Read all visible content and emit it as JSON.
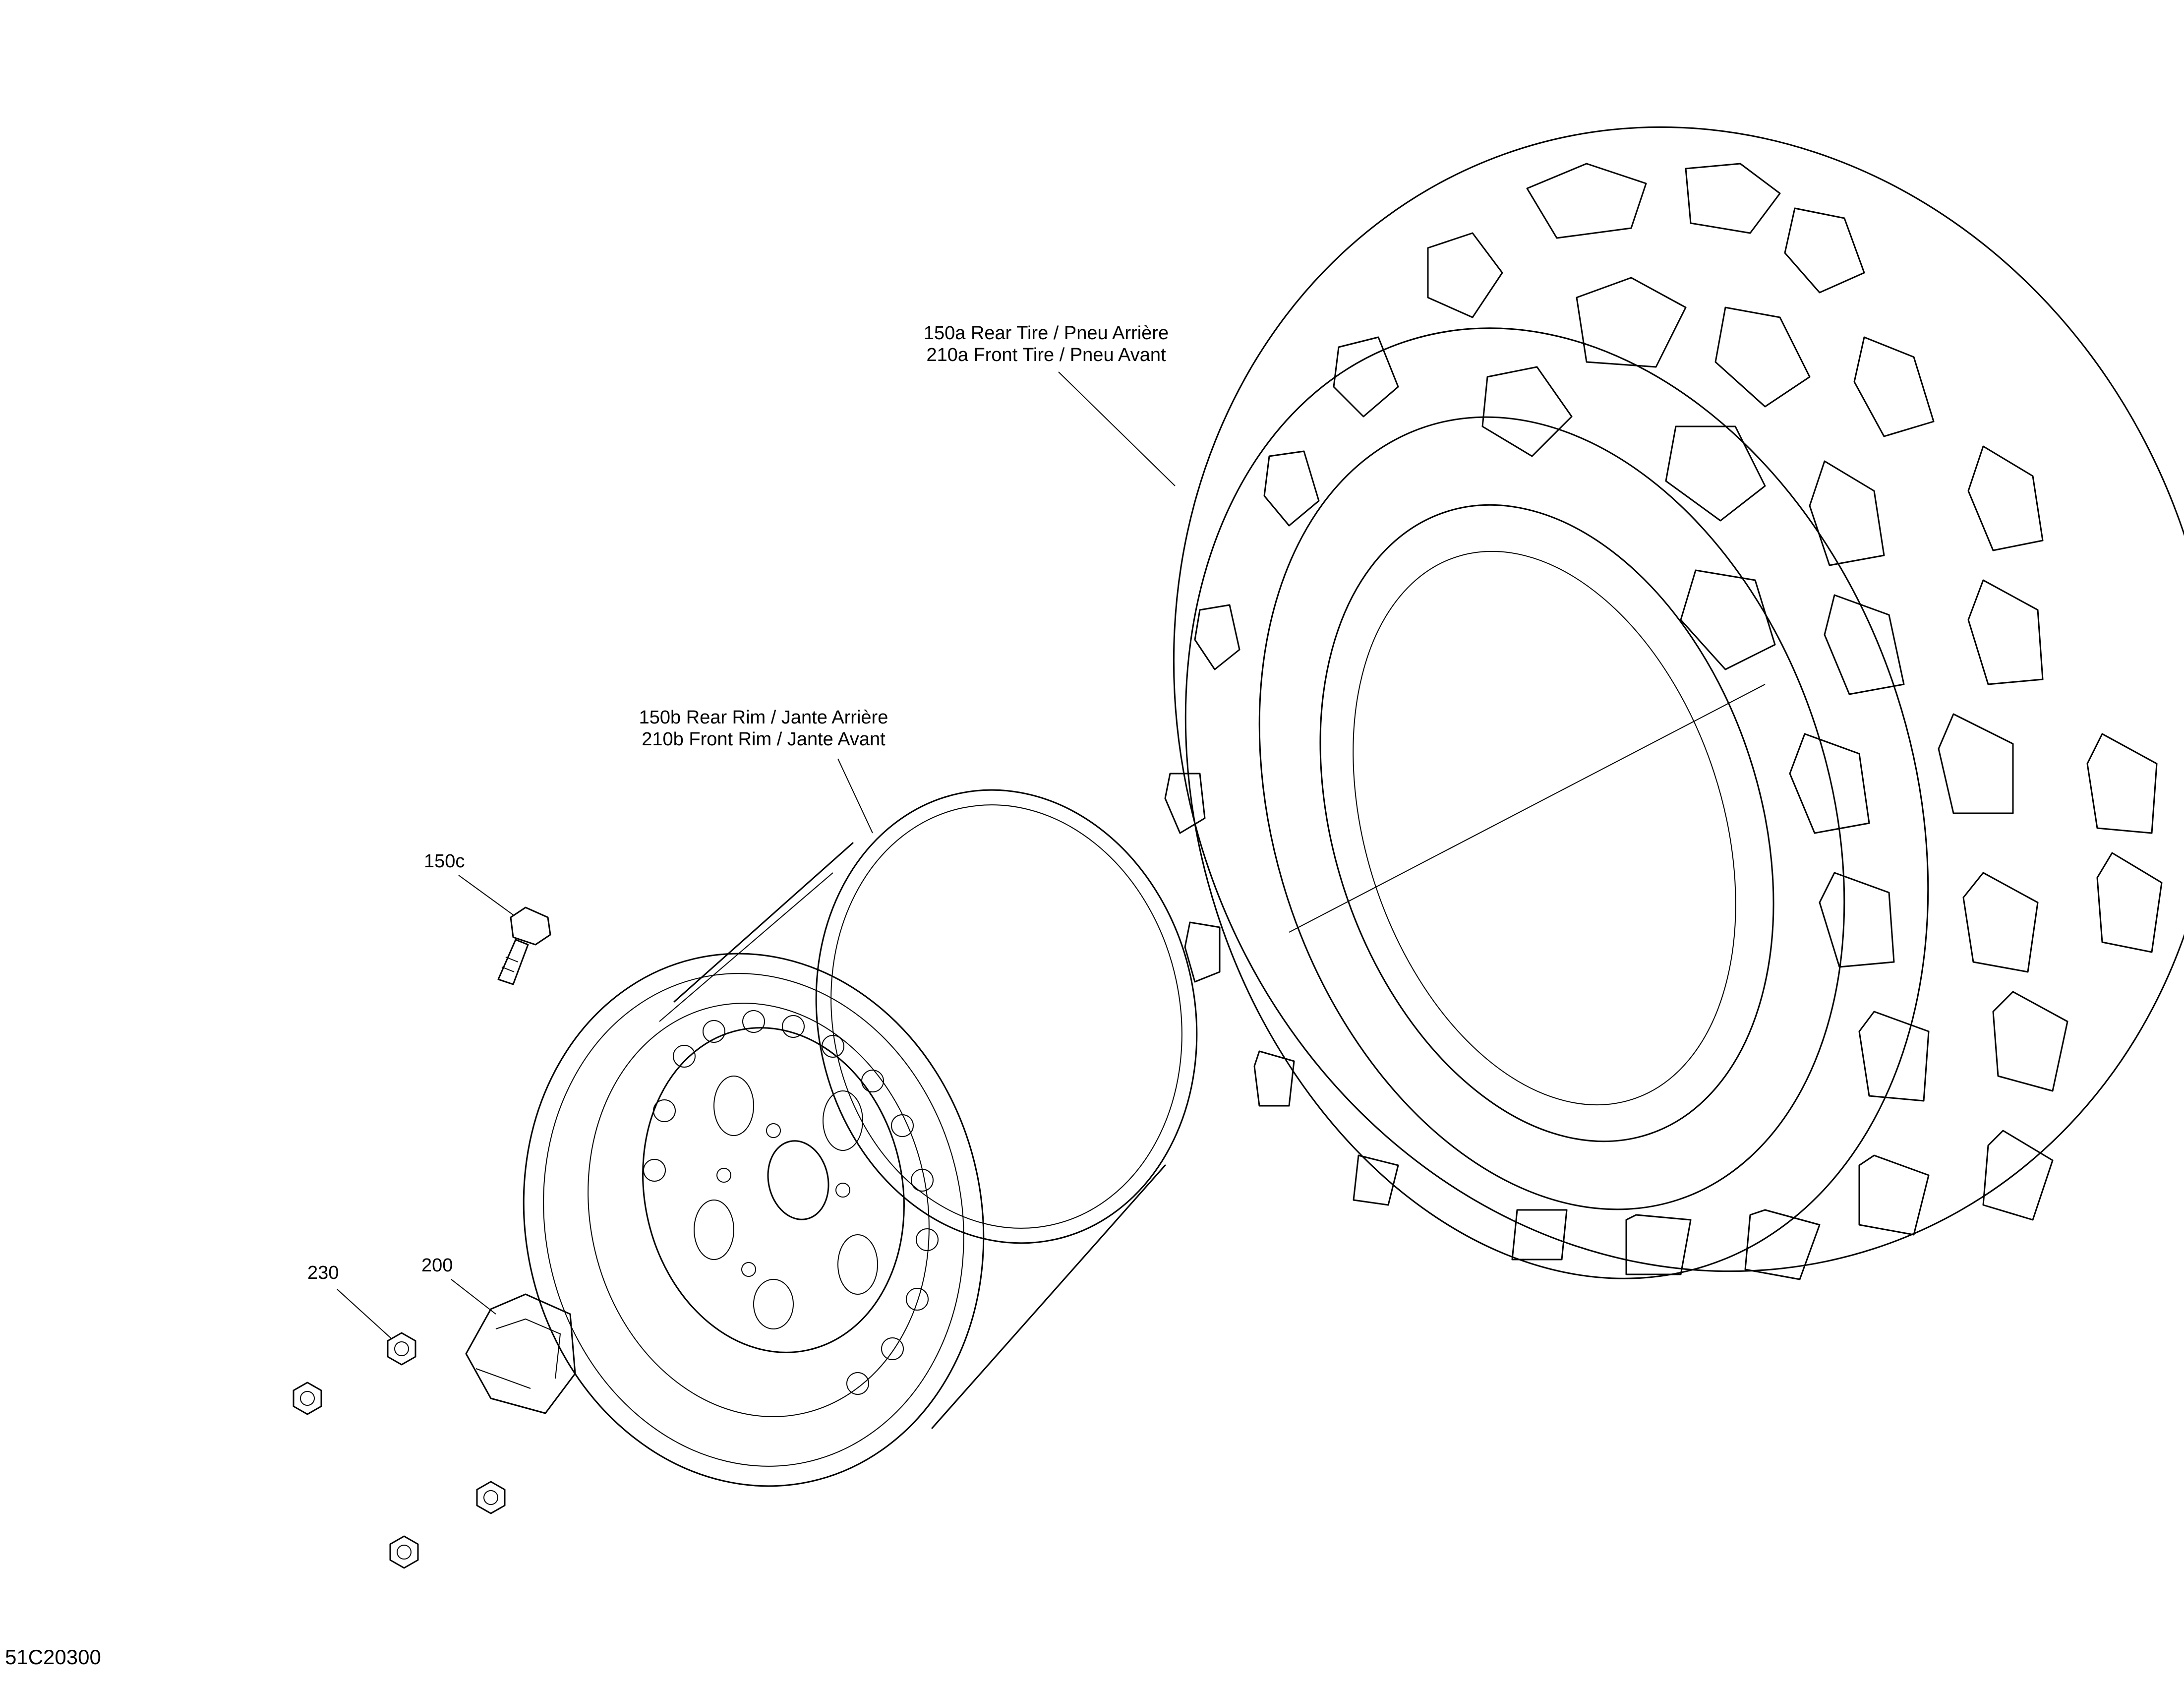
{
  "diagram_id": "51C20300",
  "callouts": {
    "tire": {
      "line1": "150a Rear Tire / Pneu Arrière",
      "line2": "210a Front Tire / Pneu Avant"
    },
    "rim": {
      "line1": "150b Rear Rim / Jante Arrière",
      "line2": "210b Front Rim / Jante Avant"
    },
    "valve": "150c",
    "cap": "200",
    "nut": "230"
  },
  "icons": [
    "tire-icon",
    "rim-icon",
    "valve-stem-icon",
    "center-cap-icon",
    "lug-nut-icon"
  ]
}
